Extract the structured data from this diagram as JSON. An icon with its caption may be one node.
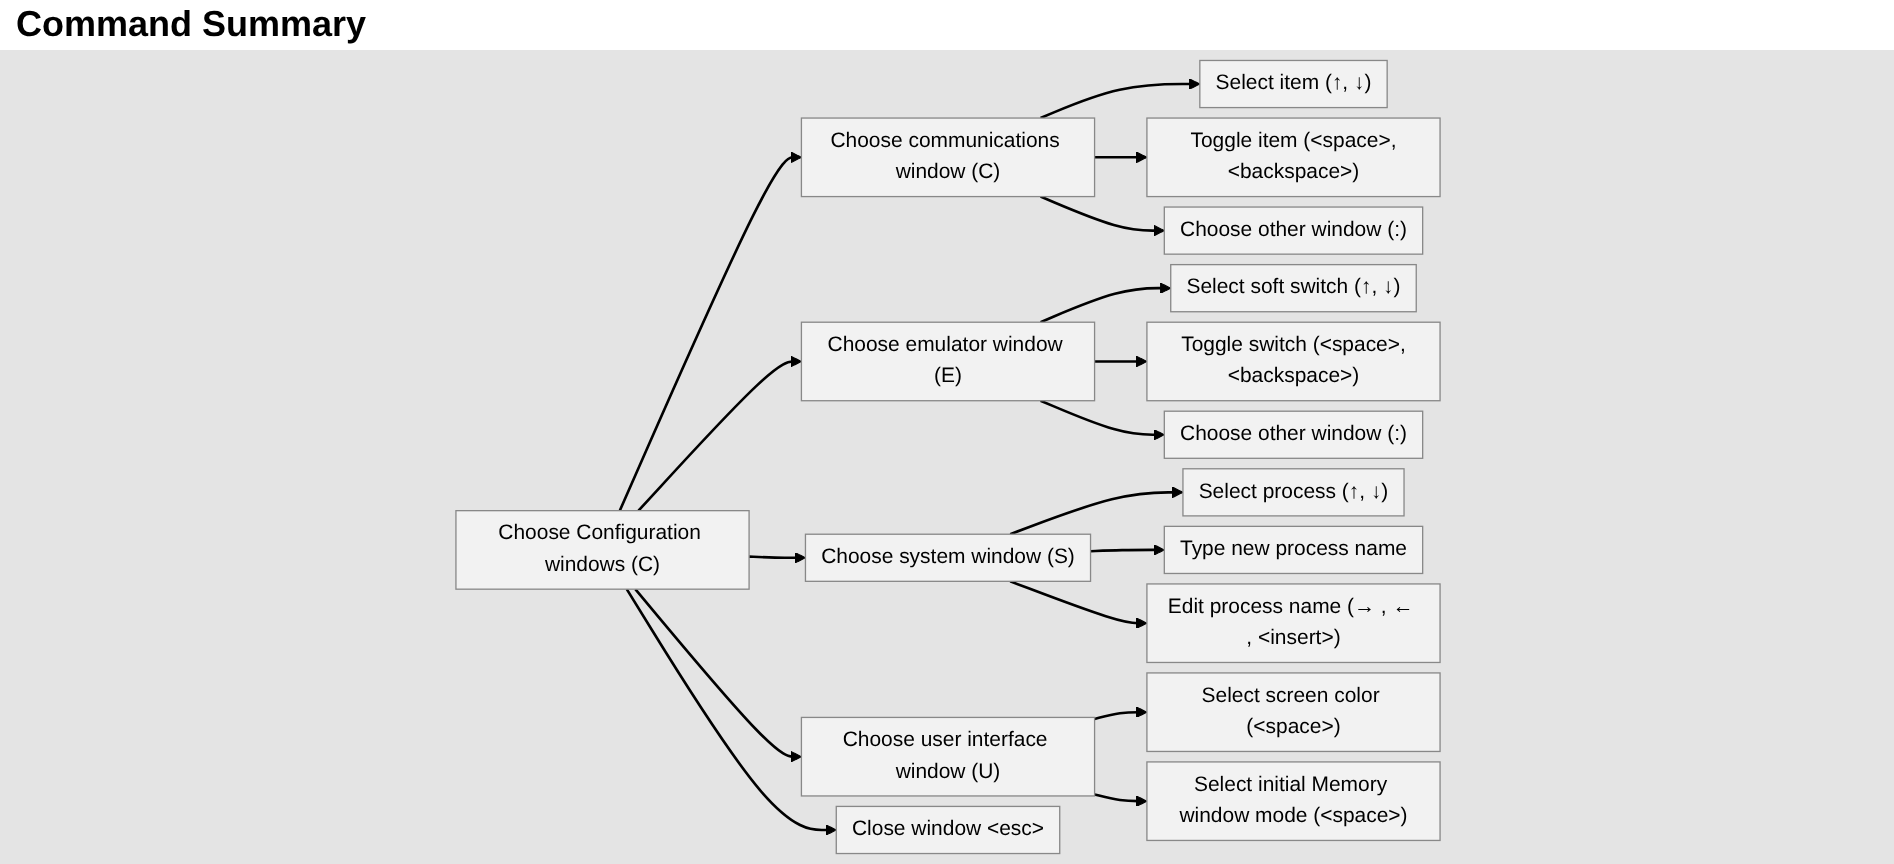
{
  "diagram": {
    "title": "Command Summary",
    "nodes": [
      {
        "text": [
          "Choose Configuration windows (C)"
        ]
      },
      {
        "text": [
          "Choose communications window (C)"
        ]
      },
      {
        "text": [
          "Select item (↑, ↓)"
        ]
      },
      {
        "text": [
          "Toggle item (<space>,<backspace>)"
        ]
      },
      {
        "text": [
          "Choose other window (:)"
        ]
      },
      {
        "text": [
          "Choose emulator window (E)"
        ]
      },
      {
        "text": [
          "Select soft switch (↑, ↓)"
        ]
      },
      {
        "text": [
          "Toggle switch (<space>,<backspace>)"
        ]
      },
      {
        "text": [
          "Choose other window (:)"
        ]
      },
      {
        "text": [
          "Choose system window (S)"
        ]
      },
      {
        "text": [
          "Select process (↑, ↓)"
        ]
      },
      {
        "text": [
          "Type new process name"
        ]
      },
      {
        "text": [
          "Edit process name (→ , ← , <insert>)"
        ]
      },
      {
        "text": [
          "Choose user interface window (U)"
        ]
      },
      {
        "text": [
          "Select screen color (<space>)"
        ]
      },
      {
        "text": [
          "Select initial Memory window mode (<space>)"
        ]
      },
      {
        "text": [
          "Close window <esc>"
        ]
      }
    ],
    "edges": [
      {
        "from": 0,
        "to": 1,
        "arrow": "to"
      },
      {
        "from": 1,
        "to": 2,
        "arrow": "to"
      },
      {
        "from": 1,
        "to": 3,
        "arrow": "to"
      },
      {
        "from": 1,
        "to": 4,
        "arrow": "to"
      },
      {
        "from": 0,
        "to": 5,
        "arrow": "to"
      },
      {
        "from": 5,
        "to": 6,
        "arrow": "to"
      },
      {
        "from": 5,
        "to": 7,
        "arrow": "to"
      },
      {
        "from": 5,
        "to": 8,
        "arrow": "to"
      },
      {
        "from": 0,
        "to": 9,
        "arrow": "to"
      },
      {
        "from": 9,
        "to": 10,
        "arrow": "to"
      },
      {
        "from": 9,
        "to": 11,
        "arrow": "to"
      },
      {
        "from": 9,
        "to": 12,
        "arrow": "to"
      },
      {
        "from": 0,
        "to": 13,
        "arrow": "to"
      },
      {
        "from": 13,
        "to": 14,
        "arrow": "to"
      },
      {
        "from": 13,
        "to": 15,
        "arrow": "to"
      },
      {
        "from": 0,
        "to": 16,
        "arrow": "to"
      }
    ]
  }
}
